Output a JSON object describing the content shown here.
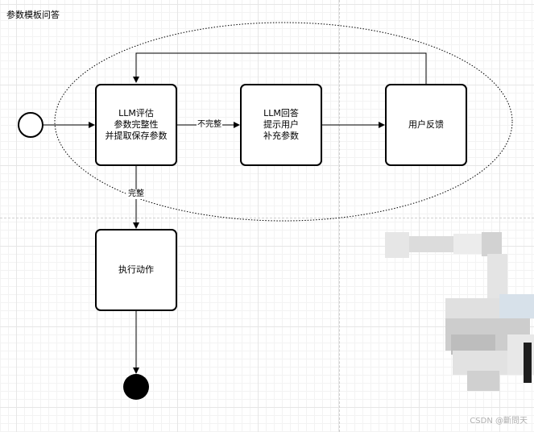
{
  "diagram": {
    "title": "参数模板问答",
    "nodes": {
      "evaluate": "LLM评估\n参数完整性\n并提取保存参数",
      "reply": "LLM回答\n提示用户\n补充参数",
      "feedback": "用户反馈",
      "execute": "执行动作"
    },
    "edges": {
      "incomplete": "不完整",
      "complete": "完整"
    }
  },
  "watermark": "CSDN @斷問天"
}
